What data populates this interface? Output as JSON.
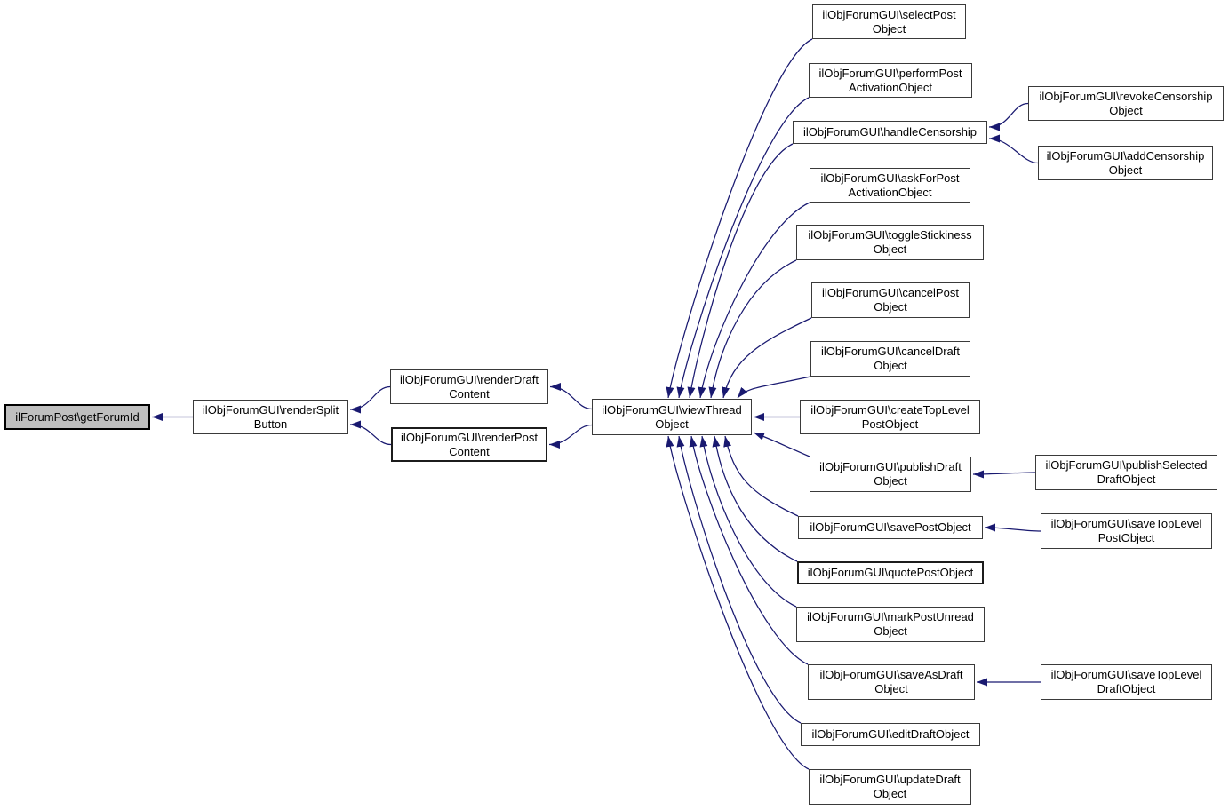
{
  "diagram": {
    "type": "caller-graph",
    "arrow_color": "#191970",
    "node_fill": "#ffffff",
    "node_border_color": "#3a3a3a",
    "current_node_fill": "#bfbfbf",
    "nodes": [
      {
        "id": "getForumId",
        "label_lines": [
          "ilForumPost\\getForumId"
        ],
        "current": true
      },
      {
        "id": "renderSplitButton",
        "label_lines": [
          "ilObjForumGUI\\renderSplit",
          "Button"
        ]
      },
      {
        "id": "renderDraftContent",
        "label_lines": [
          "ilObjForumGUI\\renderDraft",
          "Content"
        ]
      },
      {
        "id": "renderPostContent",
        "label_lines": [
          "ilObjForumGUI\\renderPost",
          "Content"
        ]
      },
      {
        "id": "viewThreadObject",
        "label_lines": [
          "ilObjForumGUI\\viewThread",
          "Object"
        ]
      },
      {
        "id": "selectPostObject",
        "label_lines": [
          "ilObjForumGUI\\selectPost",
          "Object"
        ]
      },
      {
        "id": "performPostActivationObject",
        "label_lines": [
          "ilObjForumGUI\\performPost",
          "ActivationObject"
        ]
      },
      {
        "id": "handleCensorship",
        "label_lines": [
          "ilObjForumGUI\\handleCensorship"
        ]
      },
      {
        "id": "askForPostActivationObject",
        "label_lines": [
          "ilObjForumGUI\\askForPost",
          "ActivationObject"
        ]
      },
      {
        "id": "toggleStickinessObject",
        "label_lines": [
          "ilObjForumGUI\\toggleStickiness",
          "Object"
        ]
      },
      {
        "id": "cancelPostObject",
        "label_lines": [
          "ilObjForumGUI\\cancelPost",
          "Object"
        ]
      },
      {
        "id": "cancelDraftObject",
        "label_lines": [
          "ilObjForumGUI\\cancelDraft",
          "Object"
        ]
      },
      {
        "id": "createTopLevelPostObject",
        "label_lines": [
          "ilObjForumGUI\\createTopLevel",
          "PostObject"
        ]
      },
      {
        "id": "publishDraftObject",
        "label_lines": [
          "ilObjForumGUI\\publishDraft",
          "Object"
        ]
      },
      {
        "id": "savePostObject",
        "label_lines": [
          "ilObjForumGUI\\savePostObject"
        ]
      },
      {
        "id": "quotePostObject",
        "label_lines": [
          "ilObjForumGUI\\quotePostObject"
        ]
      },
      {
        "id": "markPostUnreadObject",
        "label_lines": [
          "ilObjForumGUI\\markPostUnread",
          "Object"
        ]
      },
      {
        "id": "saveAsDraftObject",
        "label_lines": [
          "ilObjForumGUI\\saveAsDraft",
          "Object"
        ]
      },
      {
        "id": "editDraftObject",
        "label_lines": [
          "ilObjForumGUI\\editDraftObject"
        ]
      },
      {
        "id": "updateDraftObject",
        "label_lines": [
          "ilObjForumGUI\\updateDraft",
          "Object"
        ]
      },
      {
        "id": "revokeCensorshipObject",
        "label_lines": [
          "ilObjForumGUI\\revokeCensorship",
          "Object"
        ]
      },
      {
        "id": "addCensorshipObject",
        "label_lines": [
          "ilObjForumGUI\\addCensorship",
          "Object"
        ]
      },
      {
        "id": "publishSelectedDraftObject",
        "label_lines": [
          "ilObjForumGUI\\publishSelected",
          "DraftObject"
        ]
      },
      {
        "id": "saveTopLevelPostObject",
        "label_lines": [
          "ilObjForumGUI\\saveTopLevel",
          "PostObject"
        ]
      },
      {
        "id": "saveTopLevelDraftObject",
        "label_lines": [
          "ilObjForumGUI\\saveTopLevel",
          "DraftObject"
        ]
      }
    ],
    "edges": [
      {
        "from": "renderSplitButton",
        "to": "getForumId"
      },
      {
        "from": "renderDraftContent",
        "to": "renderSplitButton"
      },
      {
        "from": "renderPostContent",
        "to": "renderSplitButton"
      },
      {
        "from": "viewThreadObject",
        "to": "renderDraftContent"
      },
      {
        "from": "viewThreadObject",
        "to": "renderPostContent"
      },
      {
        "from": "selectPostObject",
        "to": "viewThreadObject"
      },
      {
        "from": "performPostActivationObject",
        "to": "viewThreadObject"
      },
      {
        "from": "handleCensorship",
        "to": "viewThreadObject"
      },
      {
        "from": "askForPostActivationObject",
        "to": "viewThreadObject"
      },
      {
        "from": "toggleStickinessObject",
        "to": "viewThreadObject"
      },
      {
        "from": "cancelPostObject",
        "to": "viewThreadObject"
      },
      {
        "from": "cancelDraftObject",
        "to": "viewThreadObject"
      },
      {
        "from": "createTopLevelPostObject",
        "to": "viewThreadObject"
      },
      {
        "from": "publishDraftObject",
        "to": "viewThreadObject"
      },
      {
        "from": "savePostObject",
        "to": "viewThreadObject"
      },
      {
        "from": "quotePostObject",
        "to": "viewThreadObject"
      },
      {
        "from": "markPostUnreadObject",
        "to": "viewThreadObject"
      },
      {
        "from": "saveAsDraftObject",
        "to": "viewThreadObject"
      },
      {
        "from": "editDraftObject",
        "to": "viewThreadObject"
      },
      {
        "from": "updateDraftObject",
        "to": "viewThreadObject"
      },
      {
        "from": "revokeCensorshipObject",
        "to": "handleCensorship"
      },
      {
        "from": "addCensorshipObject",
        "to": "handleCensorship"
      },
      {
        "from": "publishSelectedDraftObject",
        "to": "publishDraftObject"
      },
      {
        "from": "saveTopLevelPostObject",
        "to": "savePostObject"
      },
      {
        "from": "saveTopLevelDraftObject",
        "to": "saveAsDraftObject"
      }
    ]
  }
}
